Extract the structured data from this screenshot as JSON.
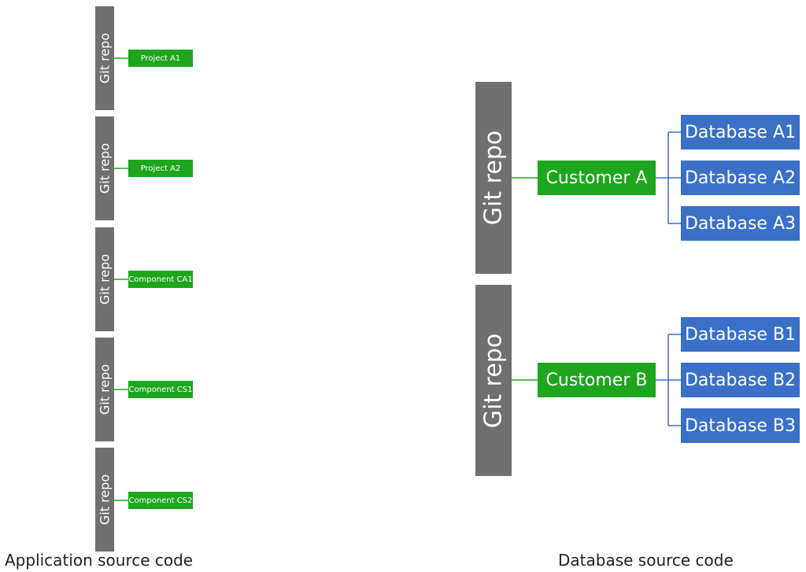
{
  "left": {
    "repos": [
      {
        "label": "Git repo",
        "item": "Project A1"
      },
      {
        "label": "Git repo",
        "item": "Project A2"
      },
      {
        "label": "Git repo",
        "item": "Component CA1"
      },
      {
        "label": "Git repo",
        "item": "Component CS1"
      },
      {
        "label": "Git repo",
        "item": "Component CS2"
      }
    ],
    "caption": "Application source code"
  },
  "right": {
    "repos": [
      {
        "label": "Git repo",
        "customer": "Customer A",
        "databases": [
          "Database A1",
          "Database A2",
          "Database A3"
        ]
      },
      {
        "label": "Git repo",
        "customer": "Customer B",
        "databases": [
          "Database B1",
          "Database B2",
          "Database B3"
        ]
      }
    ],
    "caption": "Database source code"
  },
  "colors": {
    "repo": "#707070",
    "green": "#1ea61e",
    "blue": "#3a70c8",
    "green_line": "#1ea61e",
    "blue_line": "#3a70c8"
  }
}
